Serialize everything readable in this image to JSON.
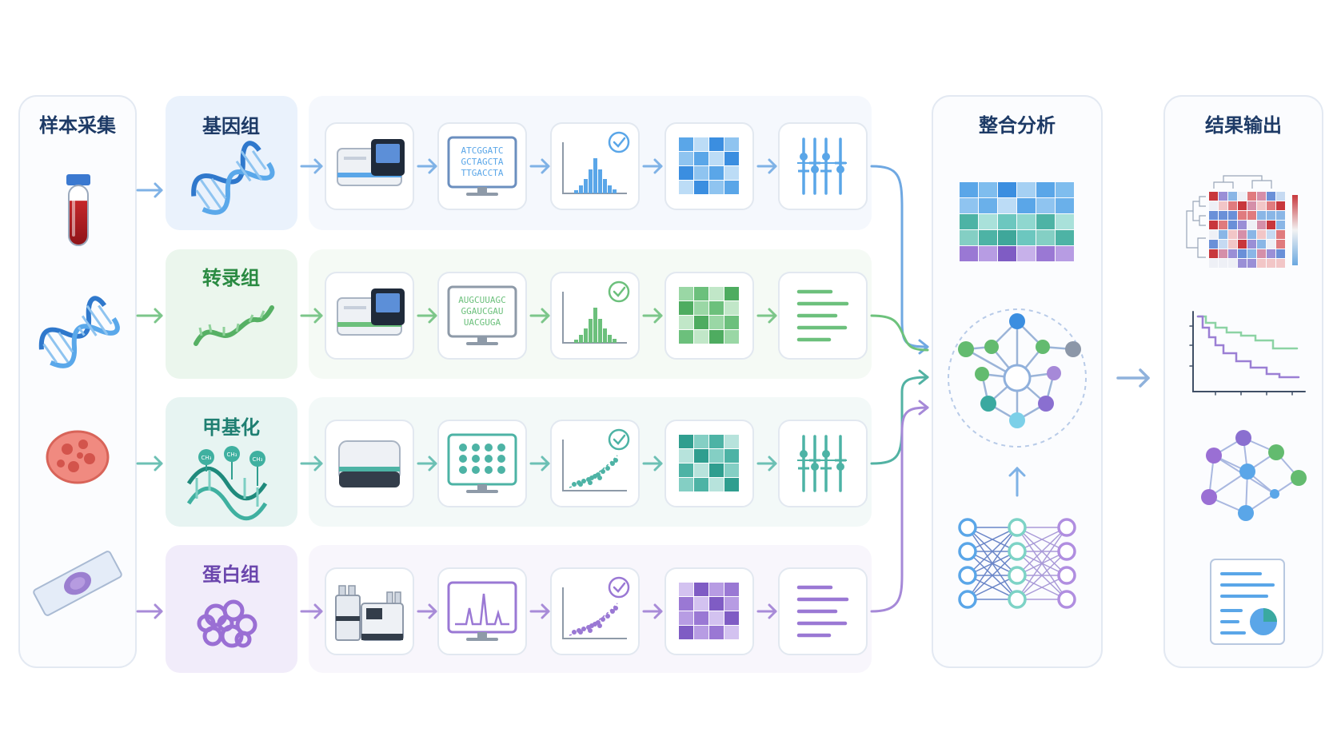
{
  "sample_collection": {
    "title": "样本采集"
  },
  "omics": [
    {
      "title": "基因组",
      "color": "#3b7fd6",
      "accent": "#5aa6e8",
      "bg": "#eef4fc",
      "seq_lines": [
        "ATCGGATC",
        "GCTAGCTA",
        "TTGACCTA"
      ]
    },
    {
      "title": "转录组",
      "color": "#2f9a4a",
      "accent": "#6cc07c",
      "bg": "#eef7ef",
      "seq_lines": [
        "AUGCUUAGC",
        "GGAUCGAU",
        "UACGUGA"
      ]
    },
    {
      "title": "甲基化",
      "color": "#1f8a7c",
      "accent": "#4db3a5",
      "bg": "#ecf6f4",
      "mark_labels": [
        "CH₃",
        "CH₃",
        "CH₃"
      ]
    },
    {
      "title": "蛋白组",
      "color": "#7a52bb",
      "accent": "#9a78d4",
      "bg": "#f3effa"
    }
  ],
  "integration": {
    "title": "整合分析"
  },
  "output": {
    "title": "结果输出"
  }
}
